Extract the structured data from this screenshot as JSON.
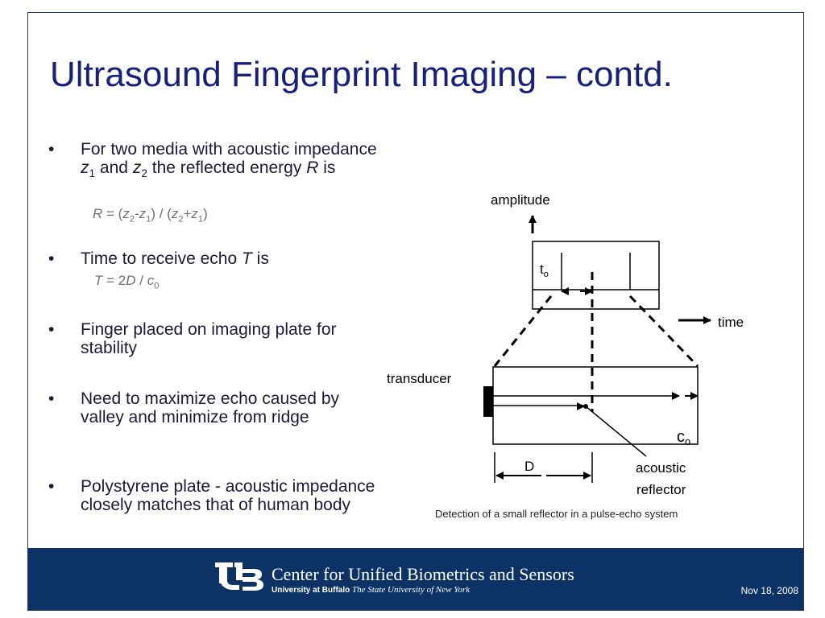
{
  "slide": {
    "title": "Ultrasound Fingerprint Imaging – contd.",
    "bullets": [
      {
        "bullet_char": "•",
        "pre": "For two media with acoustic impedance ",
        "var1": "z",
        "sub1": "1",
        "mid": " and ",
        "var2": "z",
        "sub2": "2",
        "mid2": " the reflected energy ",
        "var3": "R",
        "post": " is"
      },
      {
        "bullet_char": "•",
        "pre": "Time to receive echo ",
        "var": "T",
        "post": " is"
      },
      {
        "bullet_char": "•",
        "text": "Finger placed on imaging plate for stability"
      },
      {
        "bullet_char": "•",
        "text": "Need to maximize echo caused by valley and minimize from ridge"
      },
      {
        "bullet_char": "•",
        "text": "Polystyrene plate - acoustic impedance closely matches that of human body"
      }
    ],
    "formula_reflection": {
      "R": "R",
      "eq": " = (",
      "z2a": "z",
      "s2a": "2",
      "dash": "-",
      "z1a": "z",
      "s1a": "1",
      "div": ") / (",
      "z2b": "z",
      "s2b": "2",
      "plus": "+",
      "z1b": "z",
      "s1b": "1",
      "close": ")"
    },
    "formula_time": {
      "T": "T",
      "eq": " = 2",
      "D": "D",
      "slash": " / ",
      "c": "c",
      "sub": "0"
    }
  },
  "diagram": {
    "amplitude_label": "amplitude",
    "time_label": "time",
    "t0_label": "t",
    "t0_sub": "o",
    "transducer_label": "transducer",
    "c0_label": "c",
    "c0_sub": "o",
    "d_label": "D",
    "reflector_line1": "acoustic",
    "reflector_line2": "reflector",
    "caption": "Detection of a small reflector in a pulse-echo system"
  },
  "footer": {
    "center_name": "Center for Unified Biometrics and Sensors",
    "university": "University at Buffalo",
    "suny": "The State University of New York",
    "date": "Nov 18, 2008",
    "background_color": "#0d3366"
  },
  "colors": {
    "title": "#17207a",
    "formula": "#707070",
    "frame": "#1f3763"
  }
}
